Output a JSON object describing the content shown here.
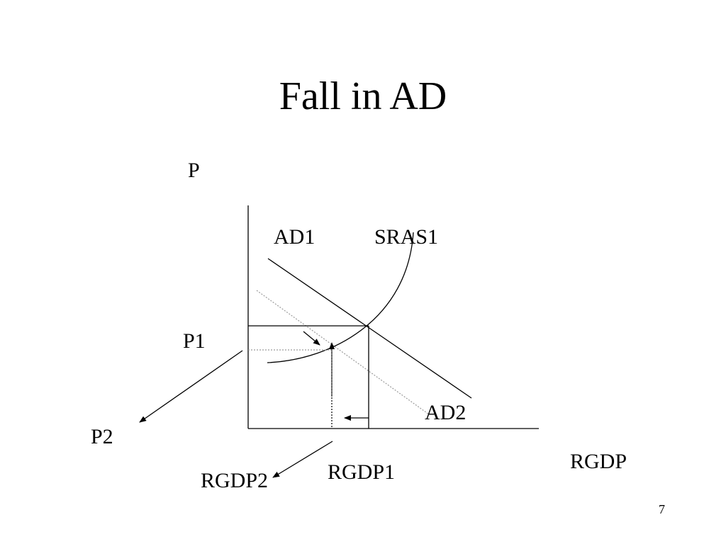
{
  "slide": {
    "title": "Fall in AD",
    "page_number": "7"
  },
  "diagram": {
    "y_axis_label": "P",
    "x_axis_label": "RGDP",
    "curves": {
      "ad1": "AD1",
      "ad2": "AD2",
      "sras1": "SRAS1"
    },
    "levels": {
      "p1": "P1",
      "p2": "P2",
      "rgdp1": "RGDP1",
      "rgdp2": "RGDP2"
    },
    "colors": {
      "ink": "#000000",
      "dotted": "#808080"
    }
  }
}
